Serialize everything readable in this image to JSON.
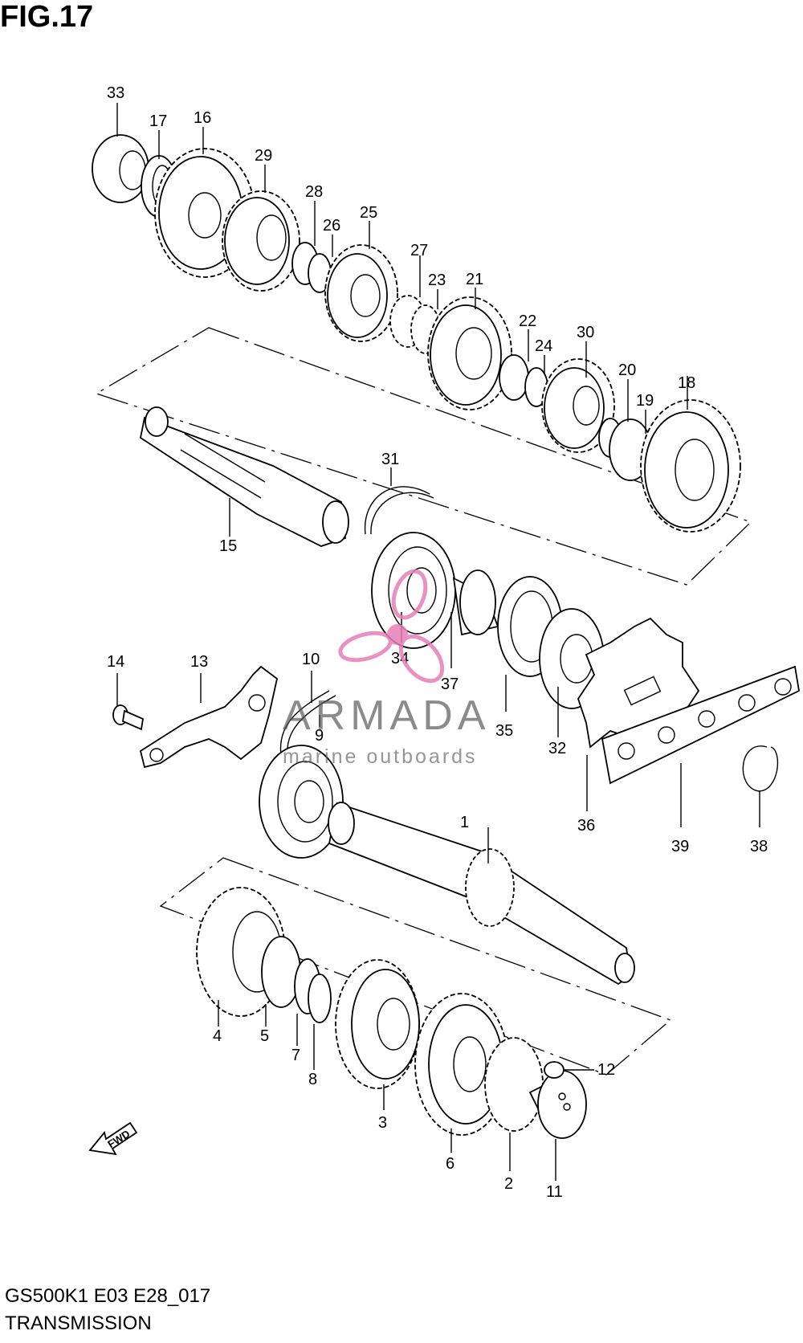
{
  "figure": {
    "title": "FIG.17",
    "footer_code": "GS500K1 E03 E28_017",
    "footer_name": "TRANSMISSION"
  },
  "watermark": {
    "brand": "ARMADA",
    "tagline": "marine outboards",
    "logo_color": "#e680b8"
  },
  "fwd_arrow": {
    "label": "FWD"
  },
  "part_callouts": [
    "1",
    "2",
    "3",
    "4",
    "5",
    "6",
    "7",
    "8",
    "9",
    "10",
    "11",
    "12",
    "13",
    "14",
    "15",
    "16",
    "17",
    "18",
    "19",
    "20",
    "21",
    "22",
    "23",
    "24",
    "25",
    "26",
    "27",
    "28",
    "29",
    "30",
    "31",
    "32",
    "33",
    "34",
    "35",
    "36",
    "37",
    "38",
    "39"
  ]
}
